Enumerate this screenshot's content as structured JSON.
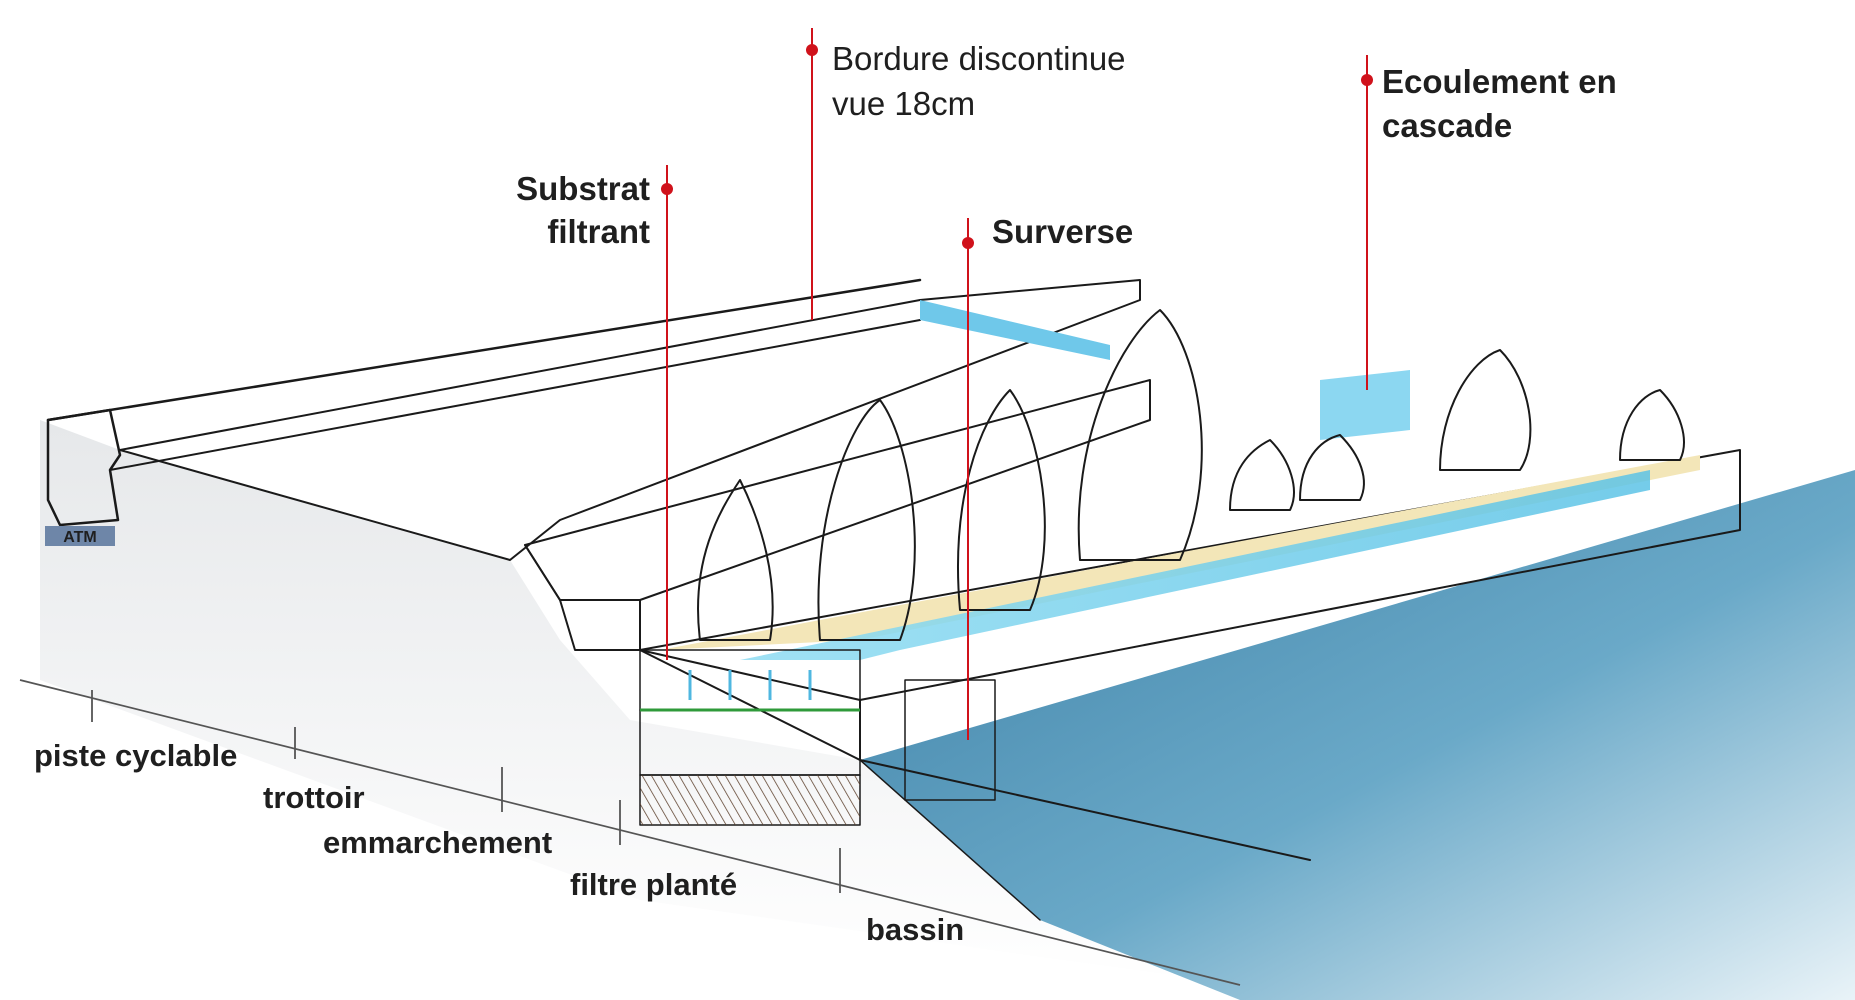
{
  "callouts": {
    "bordure": {
      "line1": "Bordure discontinue",
      "line2": "vue 18cm"
    },
    "ecoulement": {
      "line1": "Ecoulement en",
      "line2": "cascade"
    },
    "substrat": {
      "line1": "Substrat",
      "line2": "filtrant"
    },
    "surverse": {
      "line1": "Surverse"
    }
  },
  "zones": [
    {
      "label": "piste cyclable"
    },
    {
      "label": "trottoir"
    },
    {
      "label": "emmarchement"
    },
    {
      "label": "filtre planté"
    },
    {
      "label": "bassin"
    }
  ],
  "marks": {
    "curb_stamp": "ATM"
  },
  "colors": {
    "leader": "#d0121b",
    "water": "#7fd3ef",
    "pool": "#4f93b6",
    "substrate": "#f3e6b8",
    "plant_green": "#4f8a57",
    "plant_tan": "#c9bd78"
  }
}
